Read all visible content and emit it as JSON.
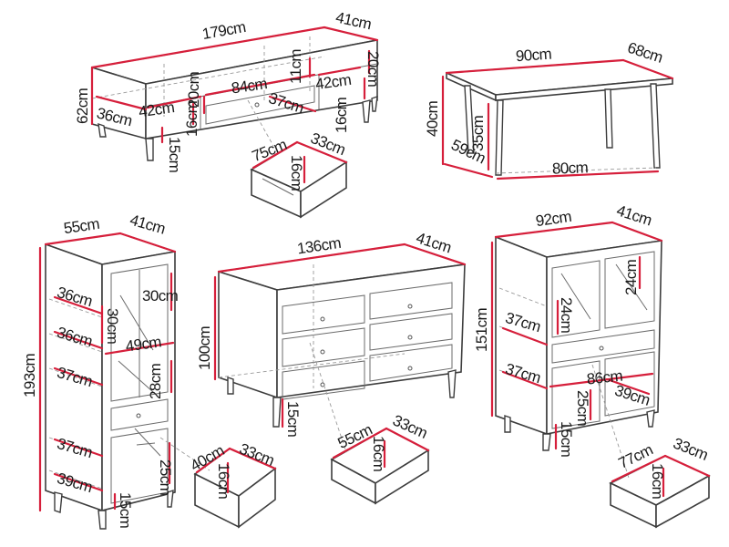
{
  "unit": "cm",
  "line_color": "#3d3d3d",
  "dimension_color": "#d61f3b",
  "products": {
    "tv_cabinet": {
      "width": "179",
      "depth": "41",
      "height": "62",
      "niche_height": "20",
      "inner_depth": "36",
      "inner_height": "16",
      "left_niche_width": "42",
      "center_width": "84",
      "right_niche_width": "42",
      "leg_height": "15",
      "center_depth": "37",
      "center_drawer_height": "16",
      "top_small": "11",
      "right_height": "20"
    },
    "tv_drawer": {
      "width": "75",
      "depth": "33",
      "height": "16"
    },
    "coffee_table": {
      "width": "90",
      "depth": "68",
      "height": "40",
      "leg_depth": "59",
      "clearance": "35",
      "bottom_width": "80"
    },
    "bookcase": {
      "width": "55",
      "depth": "41",
      "height": "193",
      "shelf_1": "36",
      "shelf_2": "36",
      "shelf_3": "37",
      "shelf_4": "37",
      "shelf_5": "39",
      "glass_inner": "30",
      "compartment": "30",
      "inner_width": "49",
      "lower_glass": "28",
      "bottom_compartment": "25",
      "leg_height": "15"
    },
    "bookcase_drawer": {
      "width": "40",
      "depth": "33",
      "height": "16"
    },
    "dresser": {
      "width": "136",
      "depth": "41",
      "height": "100",
      "leg_height": "15"
    },
    "dresser_drawer": {
      "width": "55",
      "depth": "33",
      "height": "16"
    },
    "highboard": {
      "width": "92",
      "depth": "41",
      "height": "151",
      "shelf_right": "24",
      "shelf_left": "24",
      "inner_depth_1": "37",
      "inner_depth_2": "37",
      "inner_width": "86",
      "inner_depth_3": "39",
      "lower_height": "25",
      "leg_height": "15"
    },
    "highboard_drawer": {
      "width": "77",
      "depth": "33",
      "height": "16"
    }
  }
}
